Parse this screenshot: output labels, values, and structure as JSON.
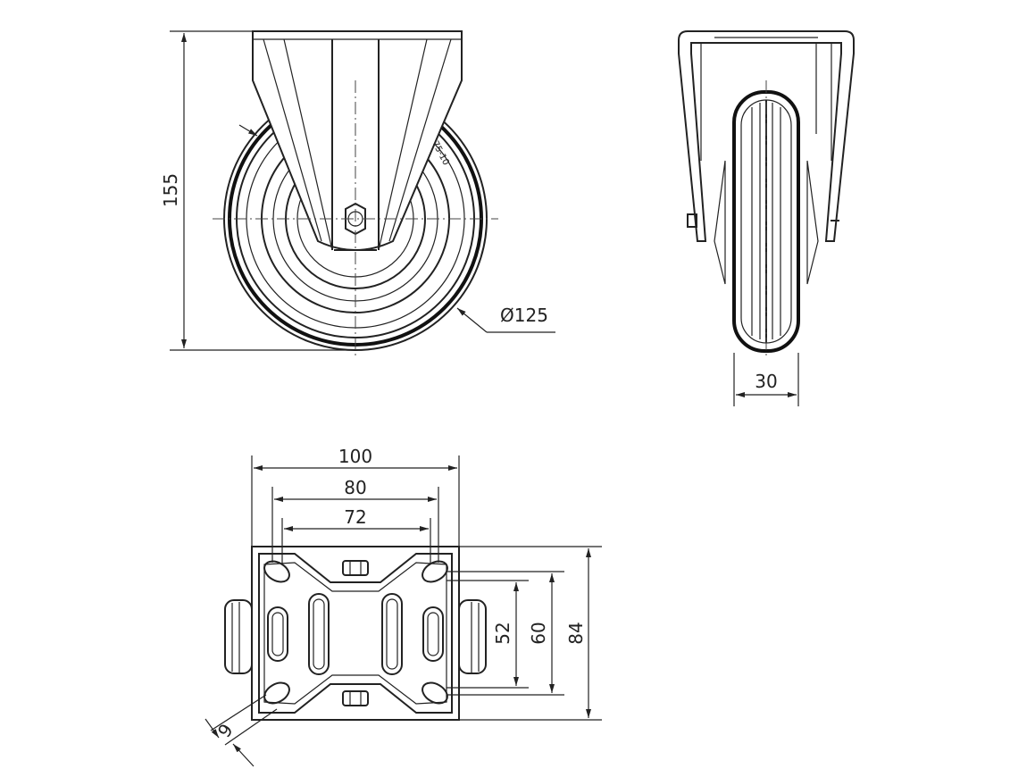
{
  "dimensions": {
    "height": "155",
    "wheel_diameter": "Ø125",
    "wheel_width": "30",
    "plate_length": "100",
    "hole_spacing_long_outer": "80",
    "hole_spacing_long_inner": "72",
    "hole_spacing_short_inner": "52",
    "hole_spacing_short_outer": "60",
    "plate_width": "84",
    "hole_size": "9"
  },
  "wheel_marking": "75-10"
}
